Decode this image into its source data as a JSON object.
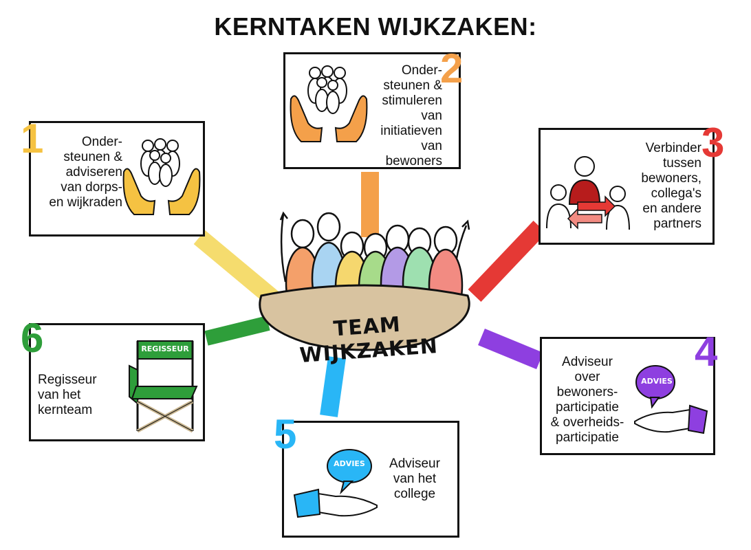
{
  "title": "KERNTAKEN WIJKZAKEN:",
  "center": {
    "label": "TEAM WIJKZAKEN"
  },
  "tasks": [
    {
      "number": "1",
      "text": "Onder-\nsteunen &\nadviseren\nvan dorps-\nen wijkraden",
      "color": "#f5c242"
    },
    {
      "number": "2",
      "text": "Onder-\nsteunen &\nstimuleren\nvan\ninitiatieven\nvan\nbewoners",
      "color": "#f4a04a"
    },
    {
      "number": "3",
      "text": "Verbinder\ntussen\nbewoners,\ncollega's\nen andere\npartners",
      "color": "#e53935"
    },
    {
      "number": "4",
      "text": "Adviseur\nover\nbewoners-\nparticipatie\n& overheids-\nparticipatie",
      "color": "#8e3fe0",
      "badge": "ADVIES"
    },
    {
      "number": "5",
      "text": "Adviseur\nvan het\ncollege",
      "color": "#29b6f6",
      "badge": "ADVIES"
    },
    {
      "number": "6",
      "text": "Regisseur\nvan het\nkernteam",
      "color": "#2e9e3a",
      "badge": "REGISSEUR"
    }
  ],
  "figure_colors": [
    "#f4a06a",
    "#a9d4f2",
    "#f5d76e",
    "#a7db8a",
    "#b39ae6",
    "#9ee0b0",
    "#f28b82"
  ]
}
